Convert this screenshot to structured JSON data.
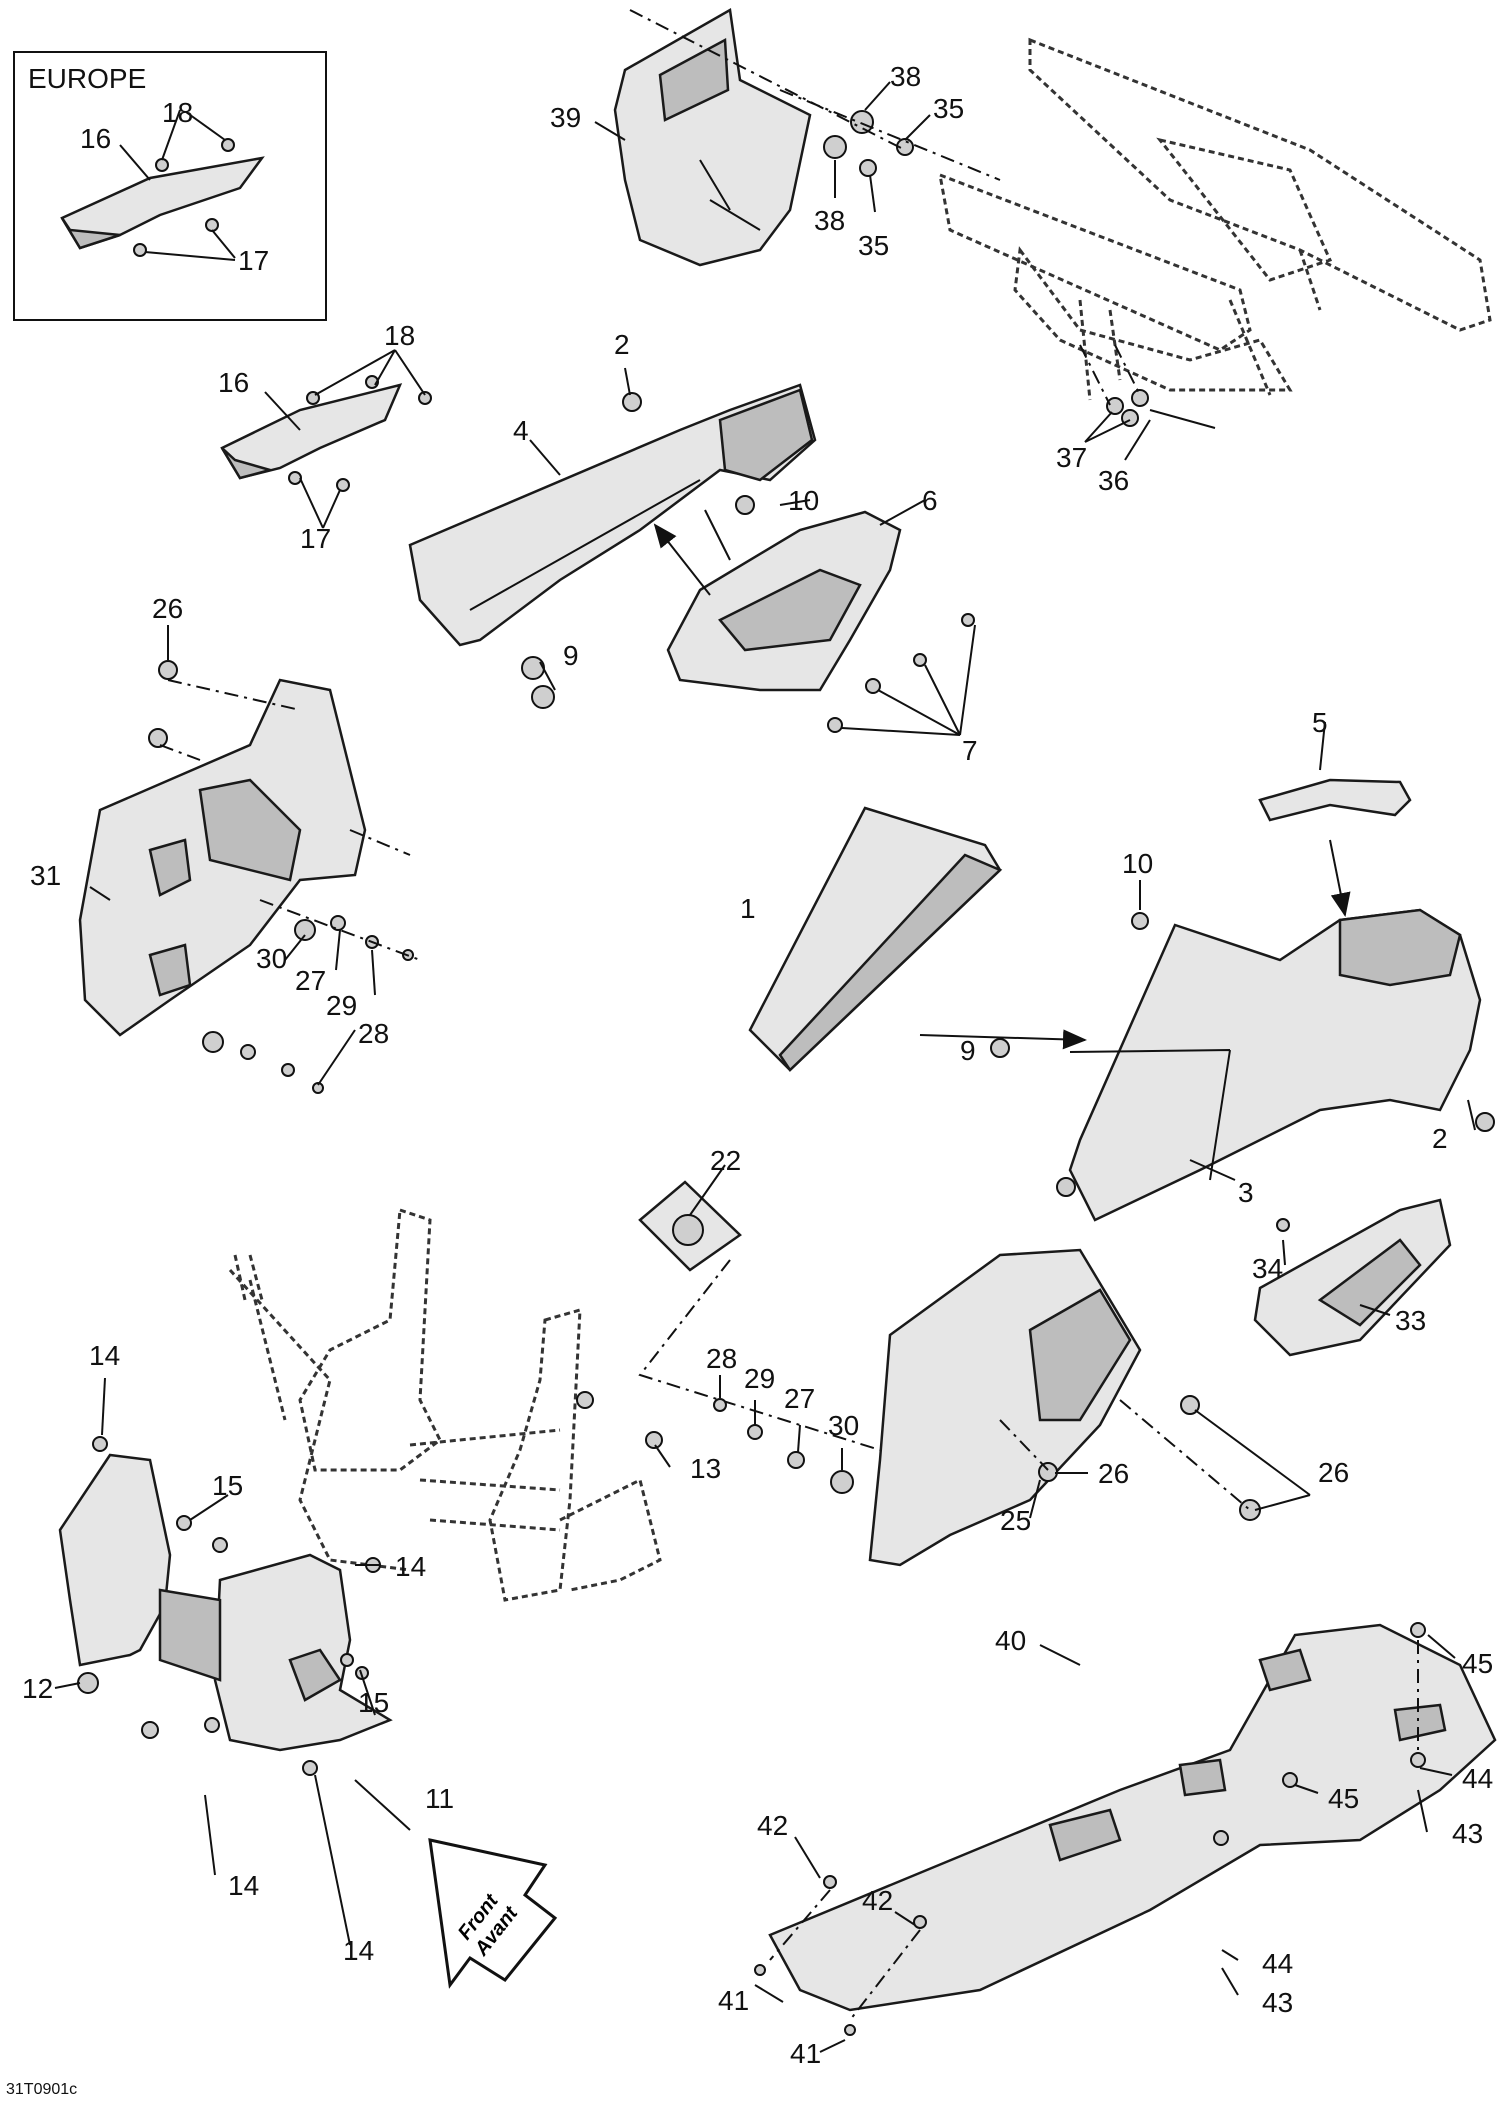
{
  "inset": {
    "title": "EUROPE",
    "callouts": [
      "16",
      "17",
      "18"
    ]
  },
  "callouts": [
    "1",
    "2",
    "2",
    "3",
    "4",
    "5",
    "6",
    "7",
    "9",
    "9",
    "10",
    "10",
    "11",
    "12",
    "13",
    "14",
    "14",
    "14",
    "14",
    "15",
    "15",
    "16",
    "17",
    "18",
    "22",
    "25",
    "26",
    "26",
    "26",
    "27",
    "27",
    "28",
    "28",
    "29",
    "29",
    "30",
    "30",
    "31",
    "33",
    "34",
    "35",
    "35",
    "36",
    "37",
    "38",
    "38",
    "39",
    "40",
    "41",
    "41",
    "42",
    "42",
    "43",
    "43",
    "44",
    "44",
    "45",
    "45"
  ],
  "direction_arrow": {
    "line1": "Front",
    "line2": "Avant"
  },
  "drawing_code": "31T0901c"
}
